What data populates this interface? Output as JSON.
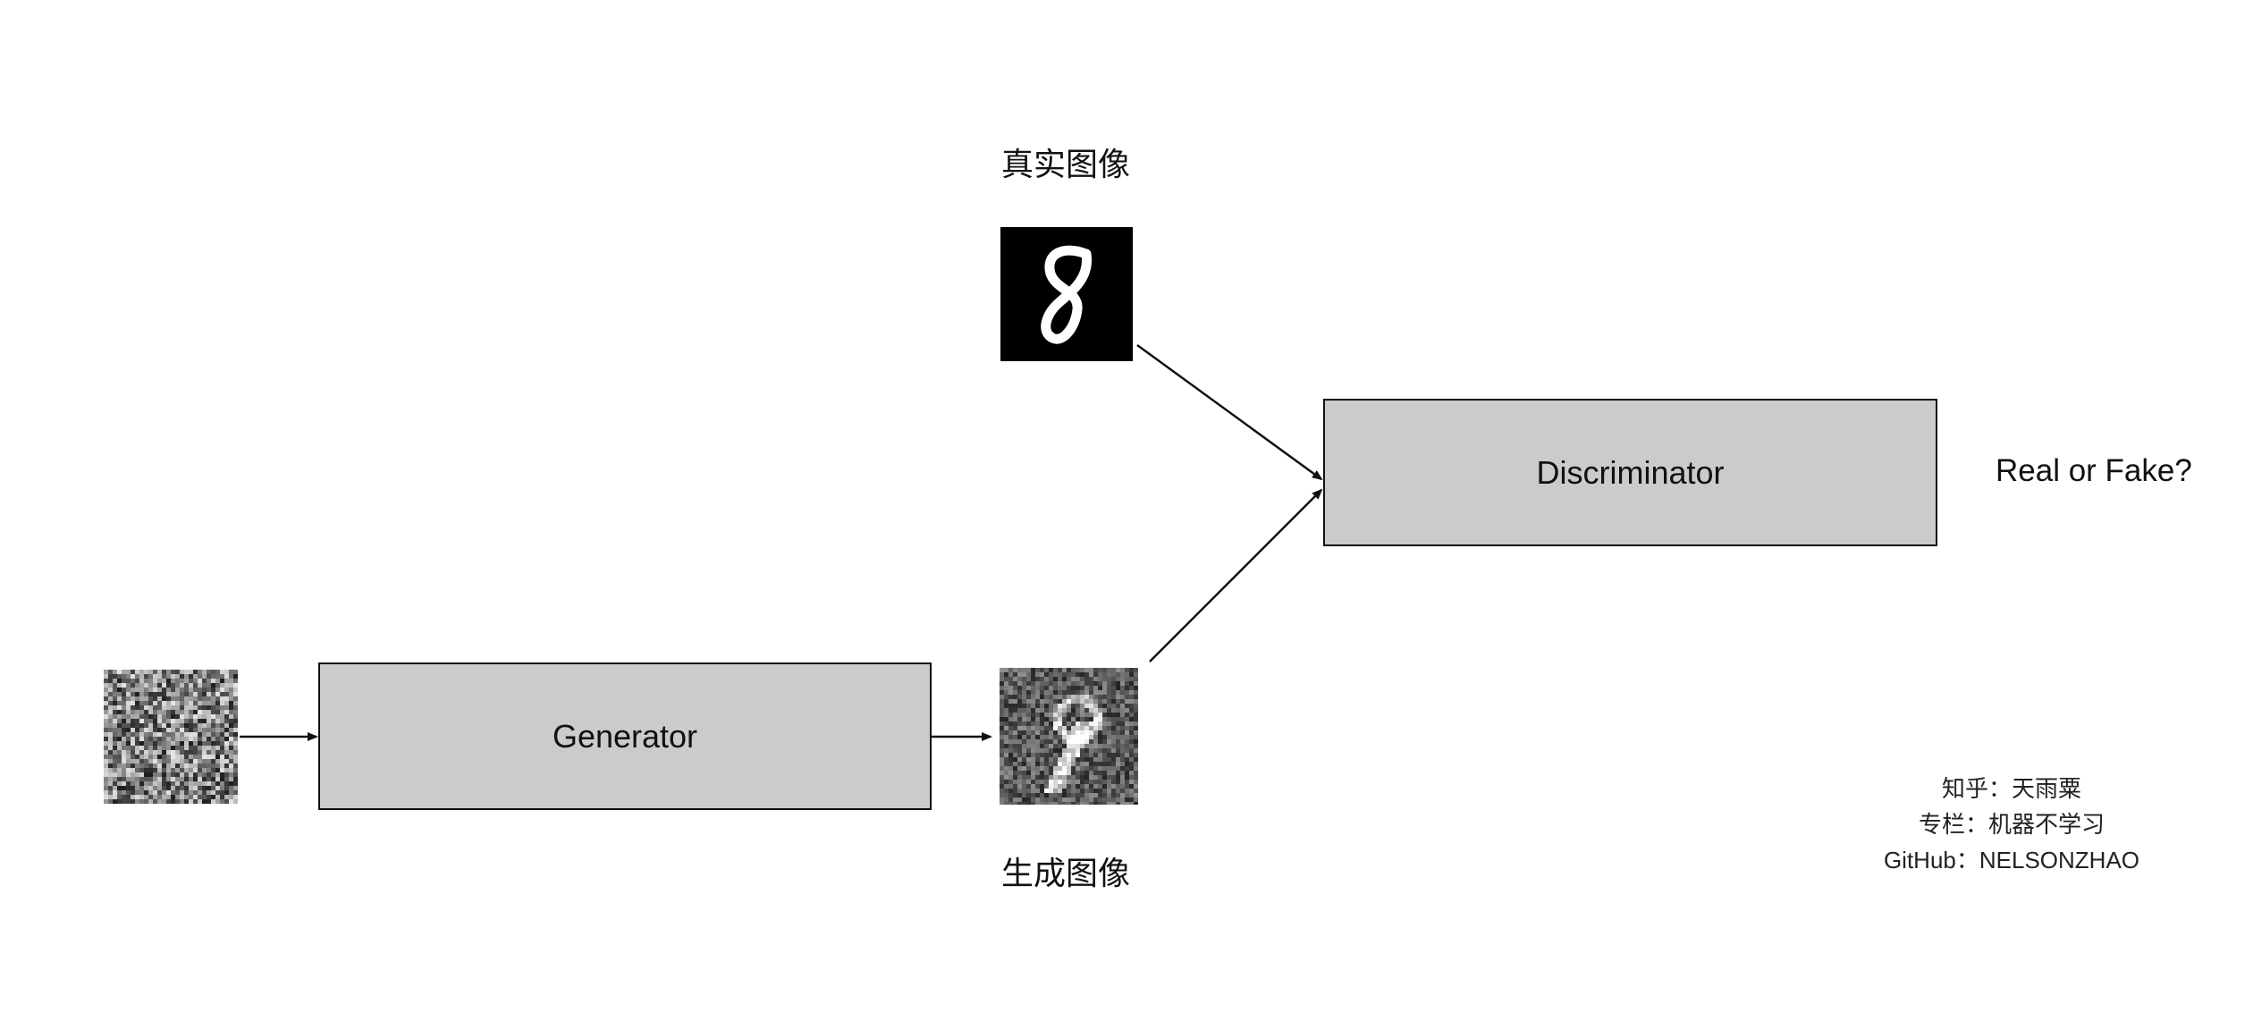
{
  "diagram": {
    "generator_label": "Generator",
    "discriminator_label": "Discriminator",
    "real_image_label": "真实图像",
    "fake_image_label": "生成图像",
    "output_label": "Real or Fake?",
    "real_digit": "8",
    "fake_digit": "9"
  },
  "credits": {
    "line1": "知乎：天雨粟",
    "line2": "专栏：机器不学习",
    "line3": "GitHub：NELSONZHAO"
  },
  "colors": {
    "box_fill": "#cbcbcd",
    "stroke": "#111111"
  }
}
